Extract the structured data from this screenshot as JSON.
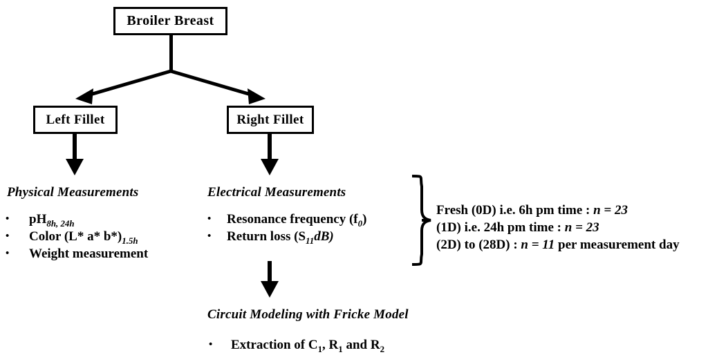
{
  "diagram": {
    "title": "Broiler Breast experimental workflow",
    "nodes": {
      "root": "Broiler Breast",
      "left": "Left Fillet",
      "right": "Right Fillet"
    },
    "sections": {
      "physical": {
        "heading": "Physical Measurements",
        "items": [
          {
            "text": "pH",
            "sub": "8h, 24h",
            "sub_italic": true
          },
          {
            "text": "Color (L* a* b*)",
            "sub": "1.5h",
            "sub_italic": true
          },
          {
            "text": "Weight measurement",
            "sub": "",
            "sub_italic": false
          }
        ]
      },
      "electrical": {
        "heading": "Electrical Measurements",
        "items": [
          {
            "text": "Resonance frequency (f",
            "sub": "0",
            "tail": ")"
          },
          {
            "text": "Return loss (S",
            "sub": "11",
            "tail": "dB)"
          }
        ]
      },
      "circuit": {
        "heading": "Circuit Modeling with Fricke Model",
        "items": [
          {
            "prefix": "Extraction  of C",
            "sub1": "1",
            "mid": ", R",
            "sub2": "1",
            "mid2": " and R",
            "sub3": "2"
          }
        ]
      }
    },
    "legend": {
      "lines": [
        {
          "plain1": "Fresh  (0D) i.e.  6h pm time : ",
          "italic": "n = 23",
          "plain2": ""
        },
        {
          "plain1": "(1D) i.e. 24h pm time : ",
          "italic": "n = 23",
          "plain2": ""
        },
        {
          "plain1": "(2D) to (28D) : ",
          "italic": "n = 11",
          "plain2": " per measurement day"
        }
      ]
    },
    "colors": {
      "line": "#000000",
      "text": "#000000",
      "background": "#ffffff"
    }
  }
}
